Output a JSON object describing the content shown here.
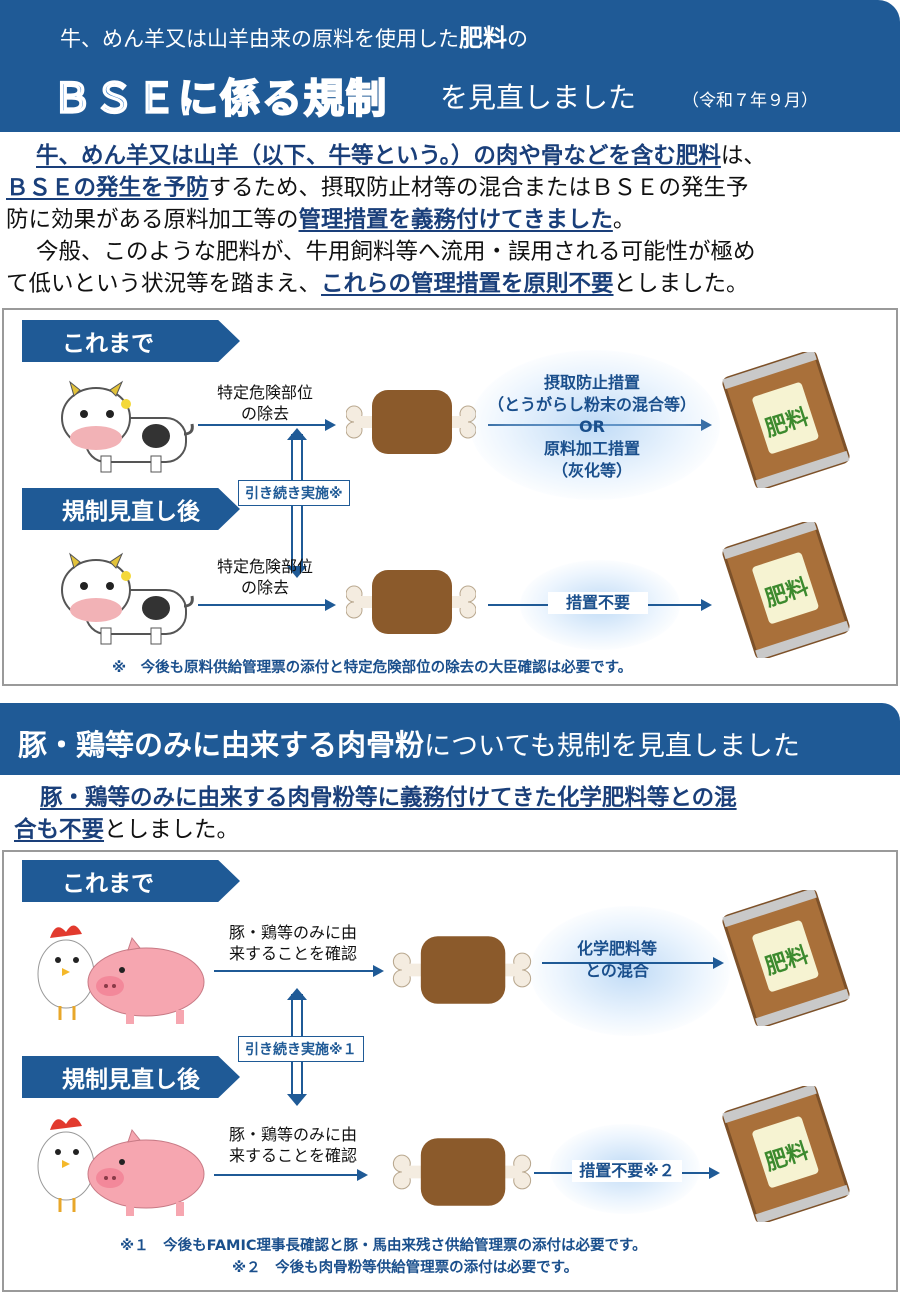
{
  "header": {
    "line1_prefix": "牛、めん羊又は山羊由来の原料を使用した",
    "line1_bold": "肥料",
    "line1_suffix": "の",
    "title_main": "ＢＳＥに係る規制",
    "title_rest": "を見直しました",
    "date": "（令和７年９月）"
  },
  "intro": {
    "l1_hl": "牛、めん羊又は山羊（以下、牛等という。）の肉や骨などを含む肥料",
    "l1_tail": "は、",
    "l2_hl": "ＢＳＥの発生を予防",
    "l2_tail": "するため、摂取防止材等の混合またはＢＳＥの発生予",
    "l3_head": "防に効果がある原料加工等の",
    "l3_hl": "管理措置を義務付けてきました",
    "l3_tail": "。",
    "l4": "今般、このような肥料が、牛用飼料等へ流用・誤用される可能性が極め",
    "l5_head": "て低いという状況等を踏まえ、",
    "l5_hl": "これらの管理措置を原則不要",
    "l5_tail": "としました。"
  },
  "panel1": {
    "tag_before": "これまで",
    "tag_after": "規制見直し後",
    "step1_label": "特定危険部位\nの除去",
    "before_measure": "摂取防止措置\n（とうがらし粉末の混合等）\nOR\n原料加工措置\n（灰化等）",
    "continued": "引き続き実施※",
    "after_measure": "措置不要",
    "bag_label": "肥料",
    "note": "※　今後も原料供給管理票の添付と特定危険部位の除去の大臣確認は必要です。"
  },
  "section2": {
    "title_bold": "豚・鶏等のみに由来する肉骨粉",
    "title_rest": "についても規制を見直しました"
  },
  "intro2": {
    "l1_hl": "豚・鶏等のみに由来する肉骨粉等に義務付けてきた化学肥料等との混",
    "l2_hl": "合も不要",
    "l2_tail": "としました。"
  },
  "panel2": {
    "tag_before": "これまで",
    "tag_after": "規制見直し後",
    "step1_label": "豚・鶏等のみに由\n来することを確認",
    "before_measure": "化学肥料等\nとの混合",
    "continued": "引き続き実施※１",
    "after_measure": "措置不要※２",
    "bag_label": "肥料",
    "note1": "※１　今後もFAMIC理事長確認と豚・馬由来残さ供給管理票の添付は必要です。",
    "note2": "※２　今後も肉骨粉等供給管理票の添付は必要です。"
  },
  "colors": {
    "navy": "#1f5a96",
    "accent": "#1a3f7a",
    "meat": "#8b5a2b",
    "bag": "#a9703a"
  }
}
